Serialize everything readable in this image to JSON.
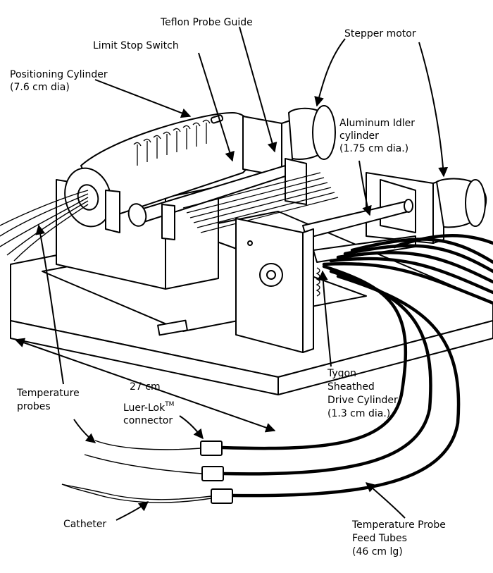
{
  "labels": {
    "teflon": "Teflon Probe Guide",
    "limit": "Limit Stop Switch",
    "stepper": "Stepper motor",
    "positioning_1": "Positioning Cylinder",
    "positioning_2": "(7.6 cm dia)",
    "aluminum_1": "Aluminum Idler",
    "aluminum_2": "cylinder",
    "aluminum_3": "(1.75 cm dia.)",
    "tygon_1": "Tygon",
    "tygon_2": "Sheathed",
    "tygon_3": "Drive Cylinder",
    "tygon_4": "(1.3 cm dia.)",
    "temp_probes_1": "Temperature",
    "temp_probes_2": "probes",
    "length": "27 cm",
    "luer_1": "Luer-Lok",
    "luer_tm": "TM",
    "luer_2": "connector",
    "catheter": "Catheter",
    "feed_1": "Temperature Probe",
    "feed_2": "Feed Tubes",
    "feed_3": "(46 cm lg)"
  }
}
